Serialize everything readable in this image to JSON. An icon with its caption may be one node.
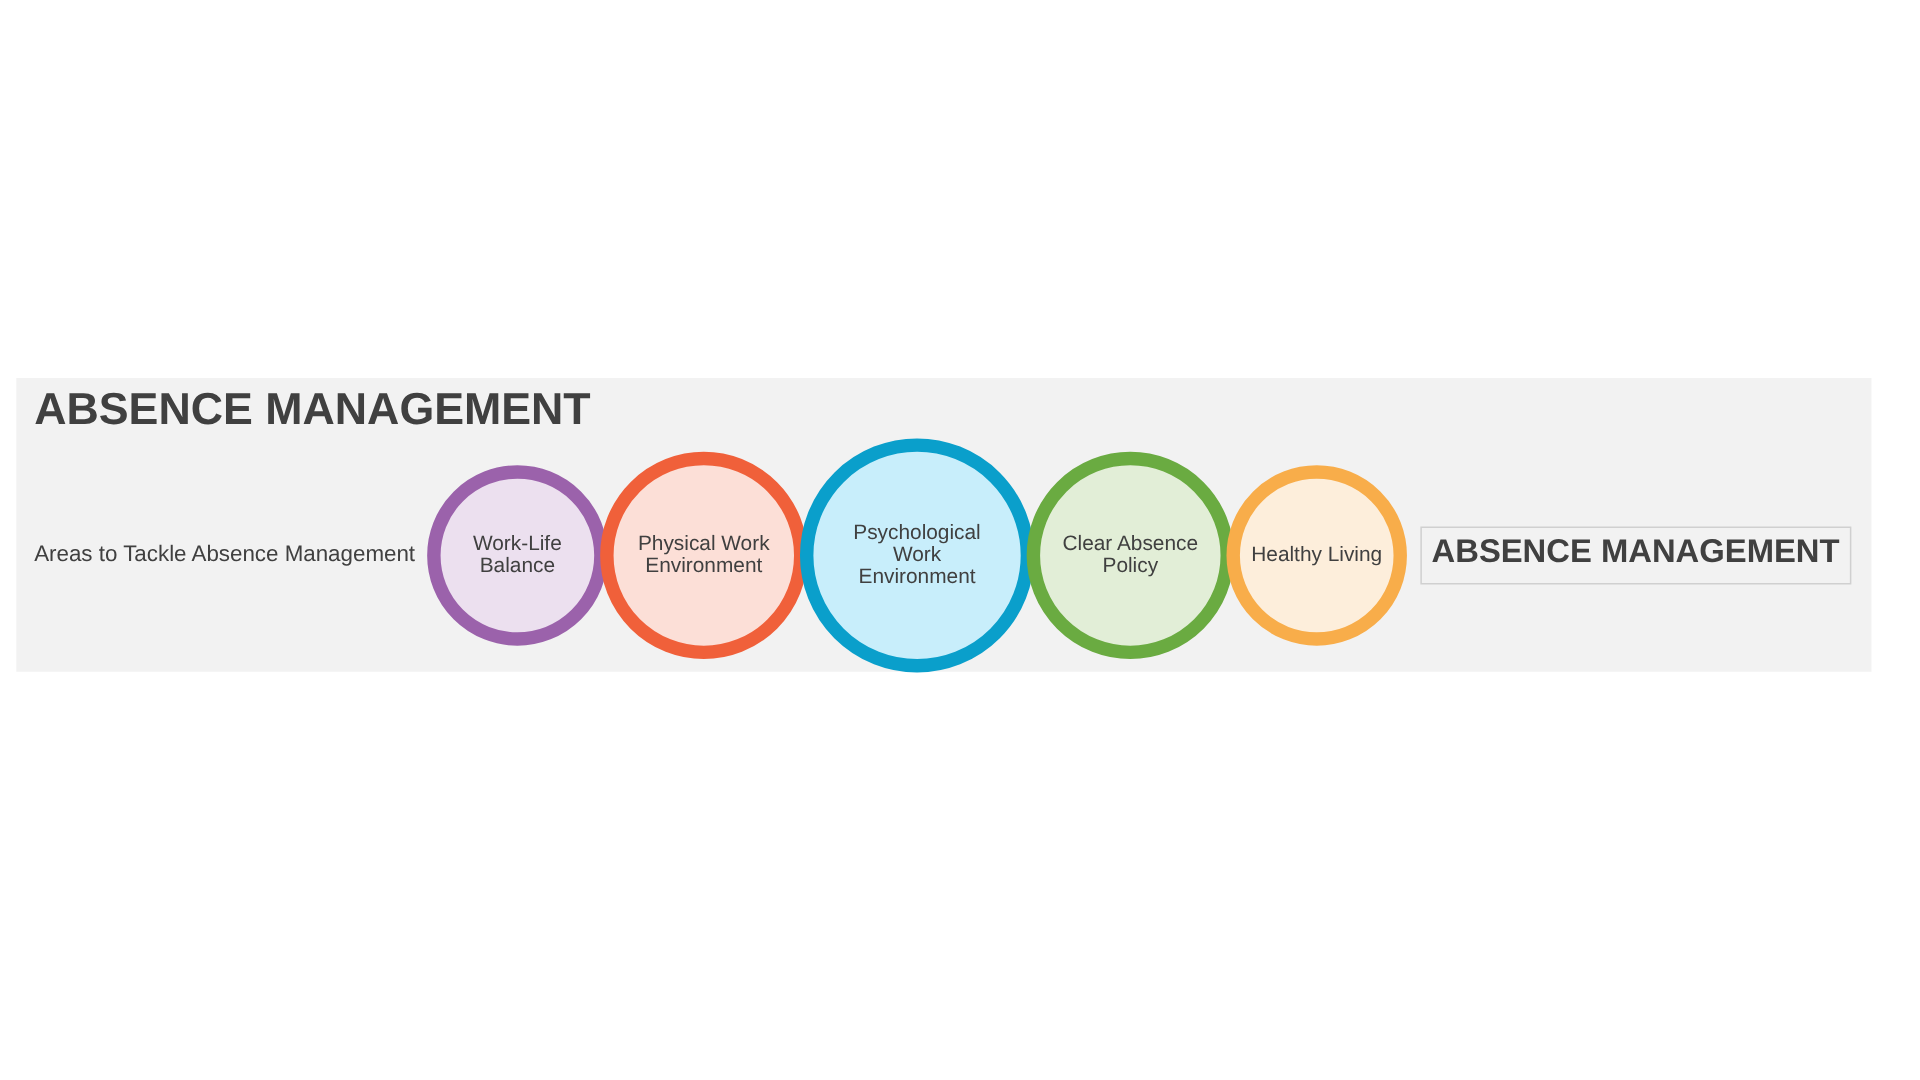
{
  "diagram": {
    "title": "ABSENCE MANAGEMENT",
    "nodes": [
      {
        "text": [
          "Work-Life Balance"
        ]
      },
      {
        "text": [
          "Physical Work Environment"
        ]
      },
      {
        "text": [
          "Psychological Work Environment"
        ]
      },
      {
        "text": [
          "Clear Absence Policy"
        ]
      },
      {
        "text": [
          "Healthy Living"
        ]
      }
    ],
    "labels": [
      "Areas to Tackle Absence Management",
      "ABSENCE MANAGEMENT"
    ]
  }
}
